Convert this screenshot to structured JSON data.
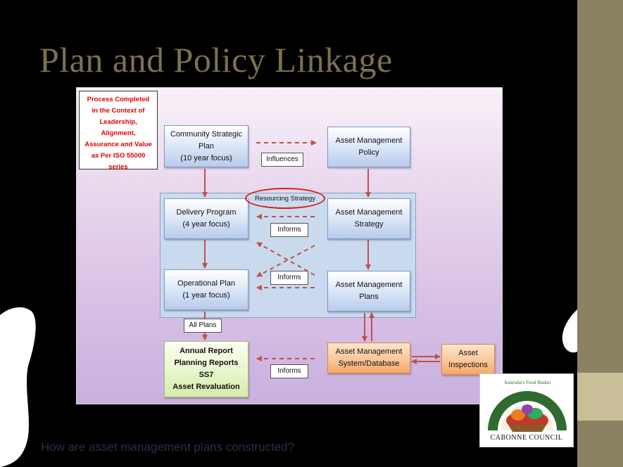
{
  "slide": {
    "title": "Plan and Policy Linkage",
    "subtitle": "How are asset management plans constructed?"
  },
  "note": {
    "lines": [
      "Process Completed",
      "in the Context of",
      "Leadership,",
      "Alignment,",
      "Assurance and Value",
      "as Per ISO 55000",
      "series"
    ]
  },
  "nodes": {
    "community_plan": [
      "Community Strategic",
      "Plan",
      "(10 year focus)"
    ],
    "am_policy": [
      "Asset Management",
      "Policy"
    ],
    "delivery_program": [
      "Delivery Program",
      "(4 year focus)"
    ],
    "am_strategy": [
      "Asset Management",
      "Strategy"
    ],
    "operational_plan": [
      "Operational Plan",
      "(1 year focus)"
    ],
    "am_plans": [
      "Asset Management",
      "Plans"
    ],
    "annual_report": [
      "Annual Report",
      "Planning Reports",
      "SS7",
      "Asset Revaluation"
    ],
    "am_system": [
      "Asset Management",
      "System/Database"
    ],
    "asset_inspections": [
      "Asset",
      "Inspections"
    ]
  },
  "labels": {
    "influences": "Influences",
    "informs_1": "Informs",
    "informs_2": "Informs",
    "informs_3": "Informs",
    "all_plans": "All Plans",
    "resourcing_strategy": "Resourcing Strategy"
  },
  "logo": {
    "name": "CABONNE COUNCIL",
    "arc_text": "Australia's Food Basket"
  },
  "colors": {
    "title": "#7a7150",
    "arrow": "#c0504d",
    "highlight": "#d81e1e",
    "note_text": "#e00000"
  }
}
